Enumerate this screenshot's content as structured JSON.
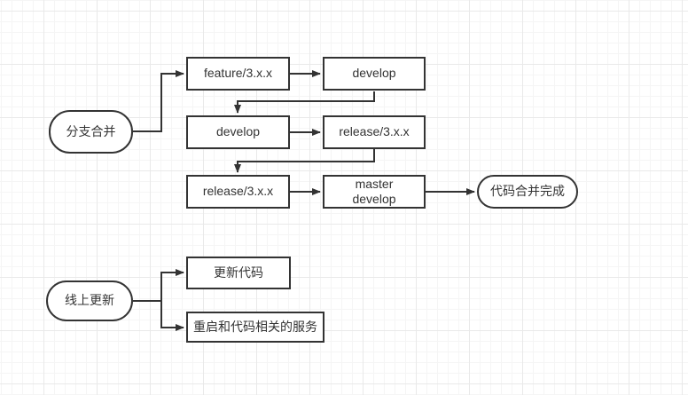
{
  "canvas": {
    "background_color": "#ffffff",
    "grid_minor_color": "#f5f5f5",
    "grid_major_color": "#e9e9e9"
  },
  "diagram": {
    "stroke_color": "#333333",
    "text_color": "#333333",
    "nodes": {
      "branch_merge": {
        "label": "分支合并",
        "shape": "terminator"
      },
      "feature_3xx": {
        "label": "feature/3.x.x",
        "shape": "process"
      },
      "develop_top": {
        "label": "develop",
        "shape": "process"
      },
      "develop_mid": {
        "label": "develop",
        "shape": "process"
      },
      "release_3xx_mid": {
        "label": "release/3.x.x",
        "shape": "process"
      },
      "release_3xx_bot": {
        "label": "release/3.x.x",
        "shape": "process"
      },
      "master_develop": {
        "label": "master\ndevelop",
        "shape": "process"
      },
      "merge_complete": {
        "label": "代码合并完成",
        "shape": "terminator"
      },
      "online_update": {
        "label": "线上更新",
        "shape": "terminator"
      },
      "update_code": {
        "label": "更新代码",
        "shape": "process"
      },
      "restart_services": {
        "label": "重启和代码相关的服务",
        "shape": "process"
      }
    }
  }
}
